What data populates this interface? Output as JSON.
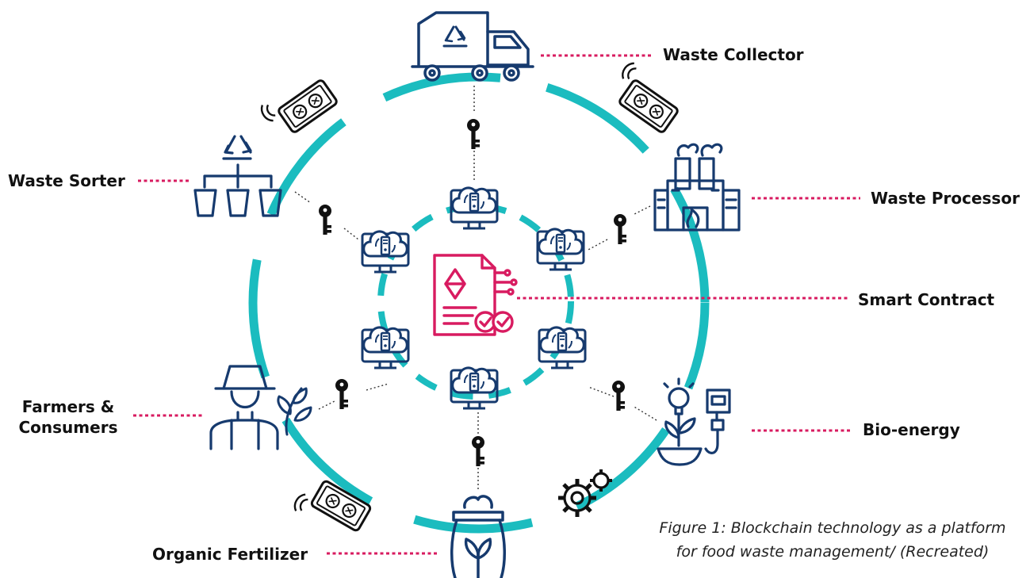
{
  "diagram": {
    "labels": {
      "waste_collector": "Waste Collector",
      "waste_sorter": "Waste Sorter",
      "waste_processor": "Waste Processor",
      "smart_contract": "Smart Contract",
      "farmers_line1": "Farmers &",
      "farmers_line2": "Consumers",
      "bio_energy": "Bio-energy",
      "organic_fertilizer": "Organic Fertilizer"
    },
    "caption": {
      "line1": "Figure 1: Blockchain technology as a platform",
      "line2": "for food waste management/ (Recreated)"
    },
    "icons": [
      "garbage-truck-icon",
      "recycle-sorting-icon",
      "factory-icon",
      "farmer-icon",
      "plant-icon",
      "bulb-plant-icon",
      "power-socket-icon",
      "fertilizer-bag-icon",
      "smart-contract-icon",
      "cloud-computer-icon",
      "key-icon",
      "smartphone-nfc-icon",
      "gears-icon"
    ],
    "colors": {
      "ring": "#1bbcbf",
      "icon": "#163a6e",
      "accent": "#d81b60",
      "text": "#111111"
    }
  }
}
